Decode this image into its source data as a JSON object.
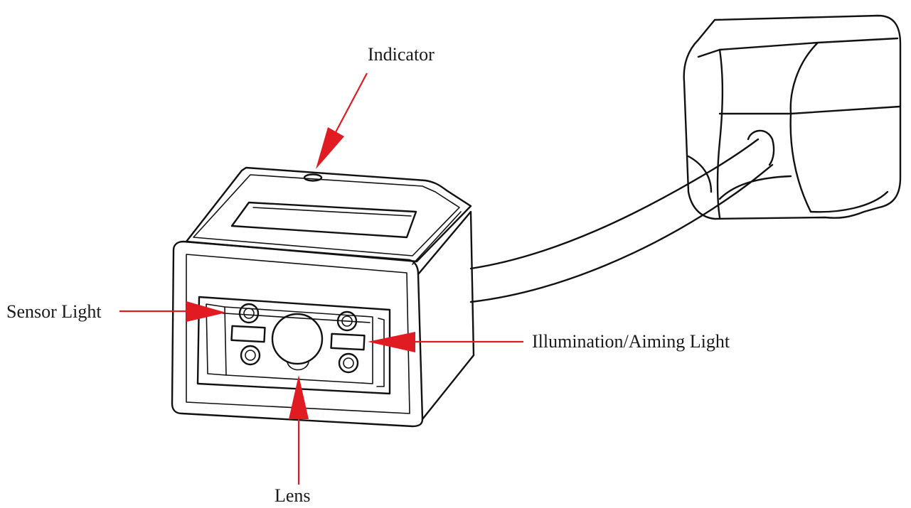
{
  "colors": {
    "callout": "#e11b22",
    "ink": "#111111",
    "background": "#ffffff"
  },
  "labels": {
    "indicator": "Indicator",
    "sensor_light": "Sensor Light",
    "illumination_aiming_light": "Illumination/Aiming Light",
    "lens": "Lens"
  }
}
